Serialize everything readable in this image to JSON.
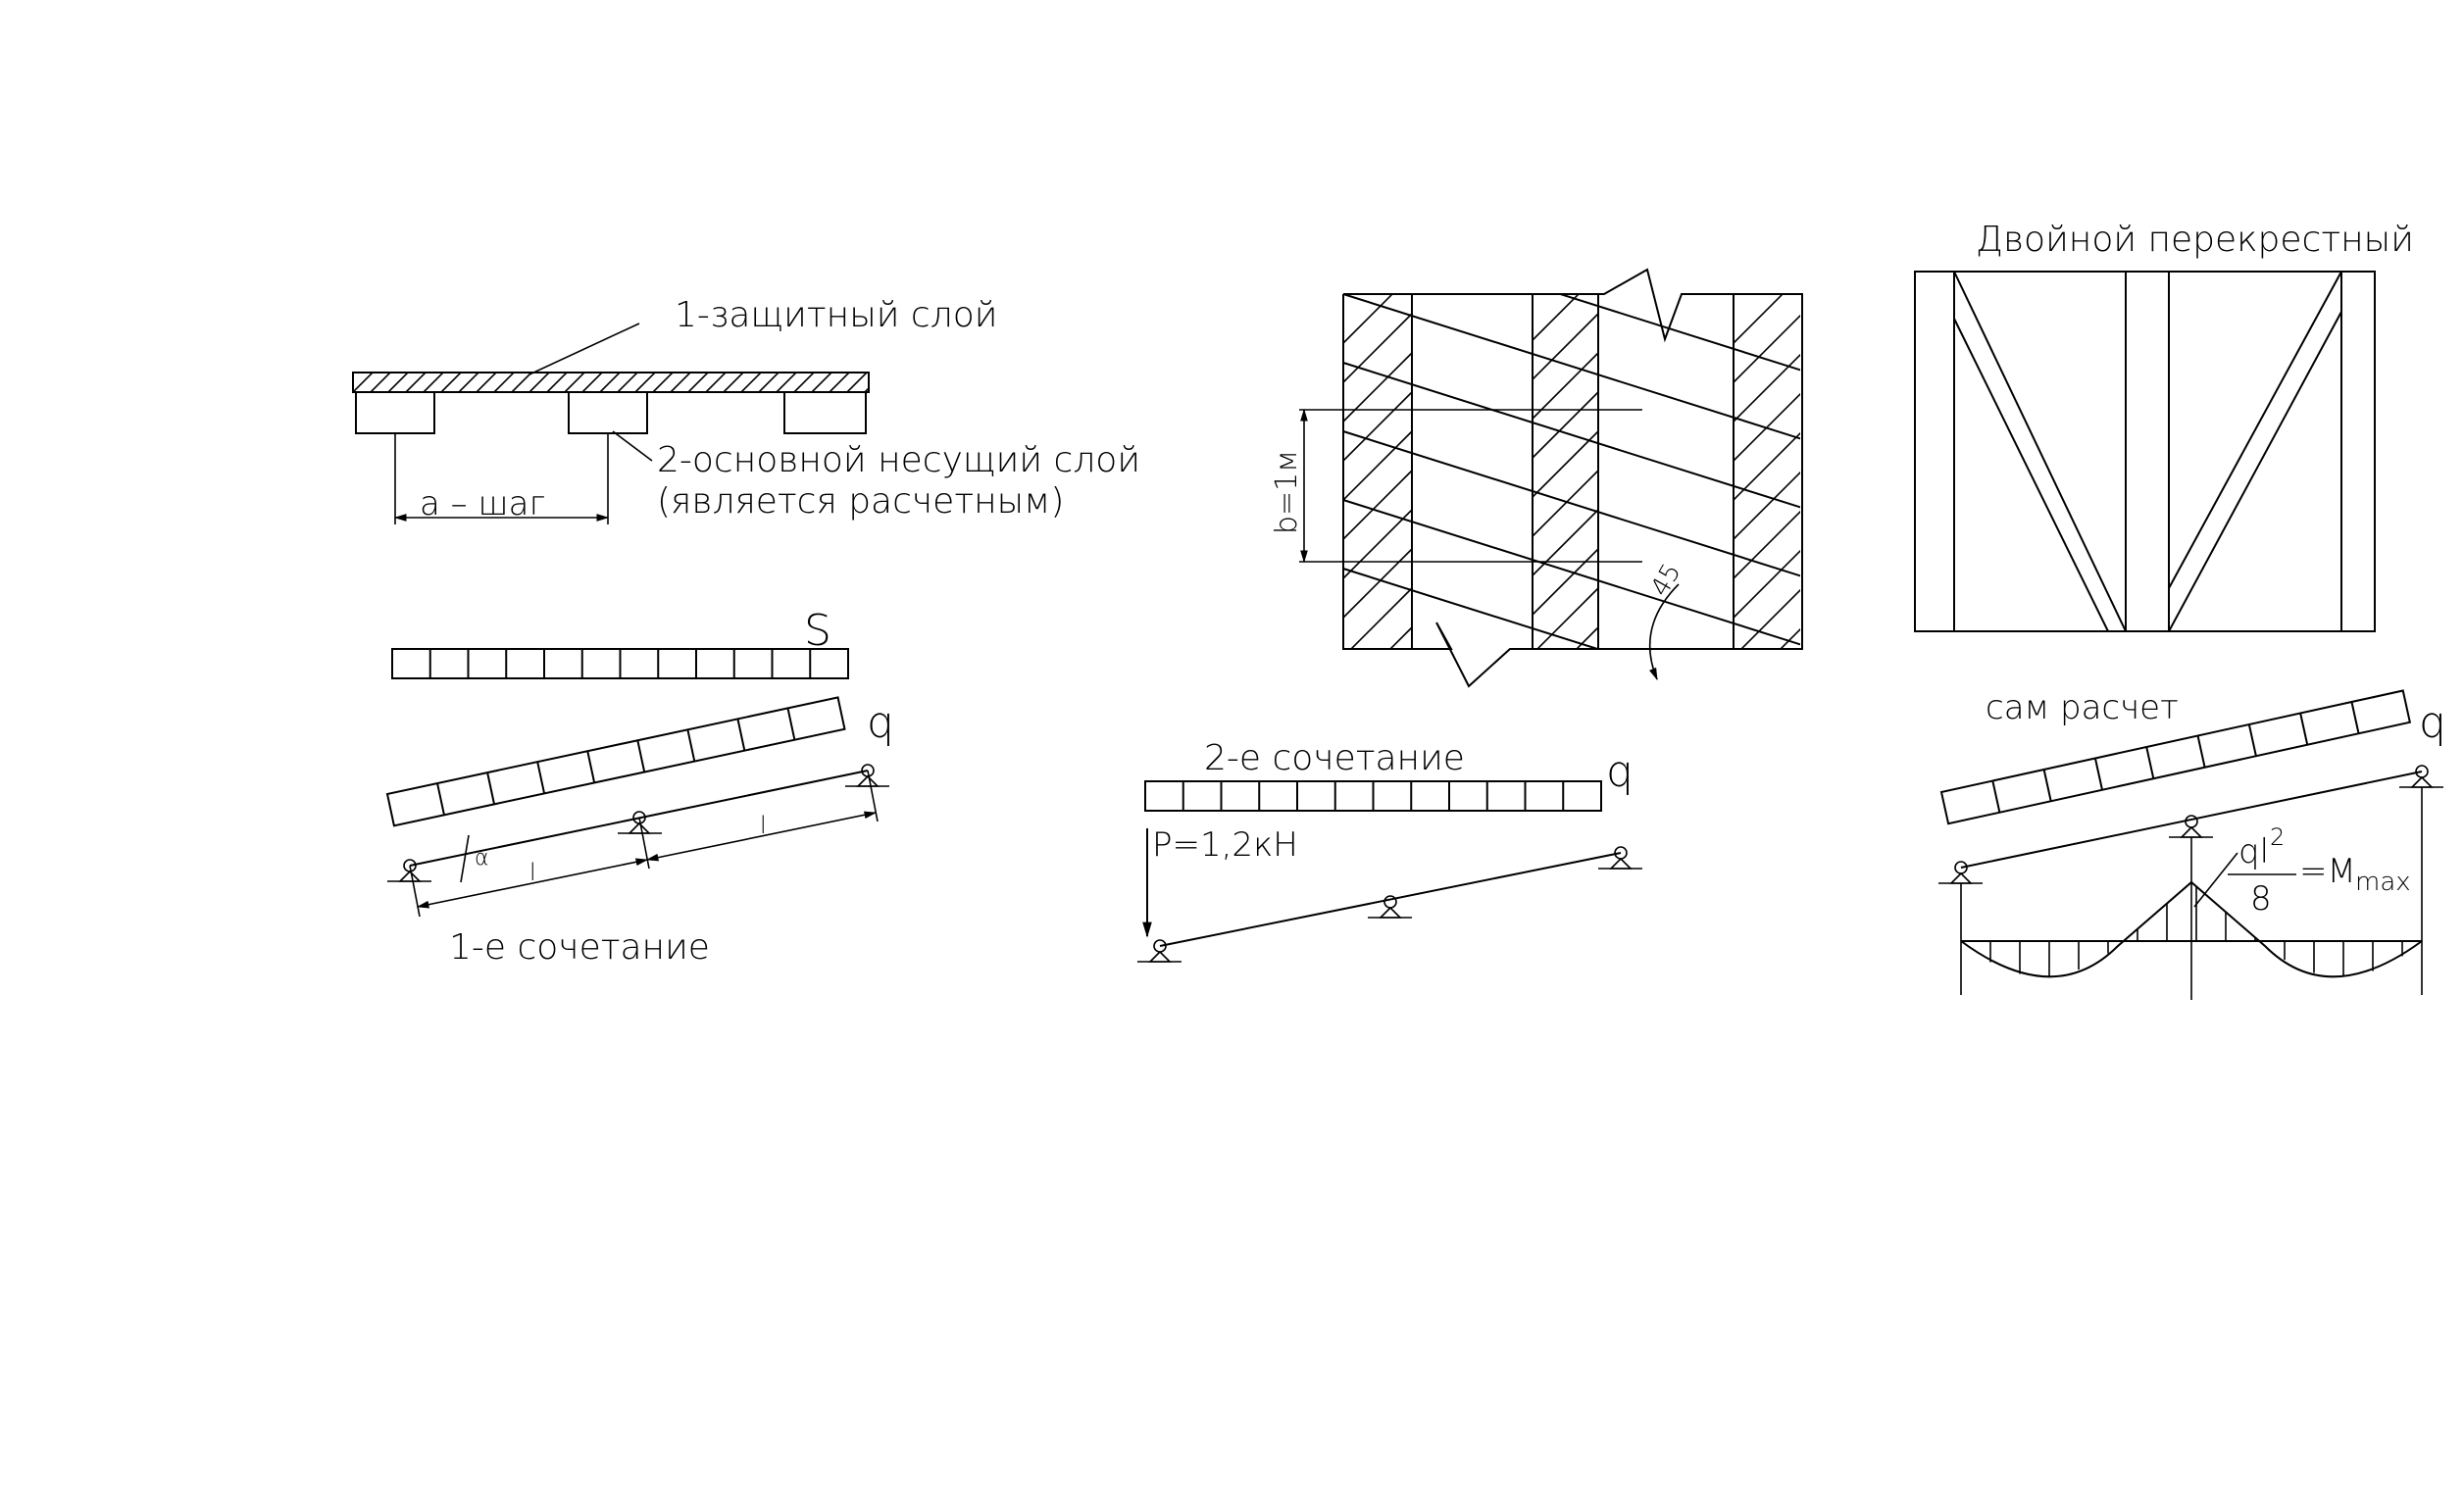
{
  "labels": {
    "protective_layer": "1-защитный слой",
    "main_layer_1": "2-основной несущий слой",
    "main_layer_2": "(является расчетным)",
    "spacing": "a – шаг",
    "snow_load": "S",
    "load_q": "q",
    "angle_symbol": "α",
    "span_l": "l",
    "combination_1": "1-е сочетание",
    "combination_2": "2-е сочетание",
    "point_load": "P=1,2кН",
    "strip_width": "b=1м",
    "angle_45": "45",
    "double_cross_title": "Двойной перекрестный",
    "calc_title": "сам расчет",
    "formula_numerator": "ql",
    "formula_exponent": "2",
    "formula_denominator": "8",
    "formula_result": "=M",
    "formula_subscript": "max"
  },
  "colors": {
    "line": "#000000",
    "background": "#ffffff"
  }
}
